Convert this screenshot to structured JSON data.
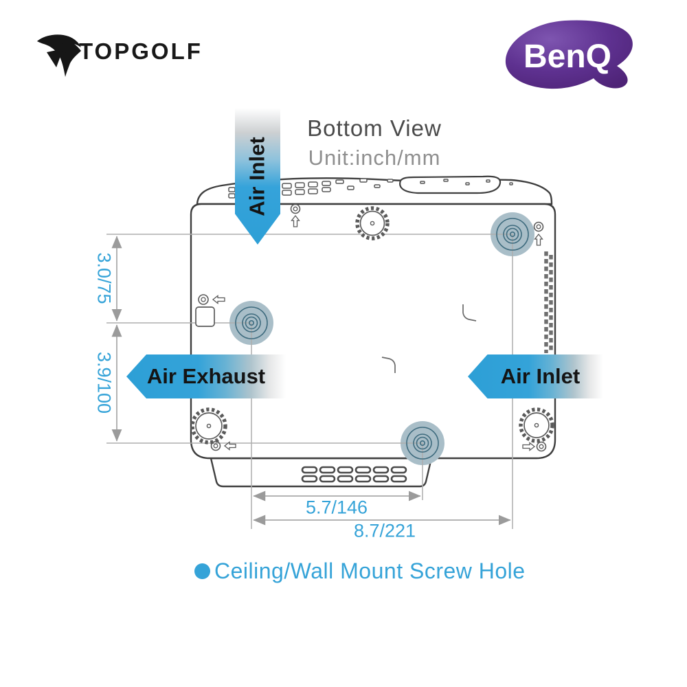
{
  "header": {
    "topgolf": {
      "wordmark": "TOPGOLF"
    },
    "benq": {
      "wordmark": "BenQ"
    }
  },
  "title": {
    "main": "Bottom View",
    "unit": "Unit:inch/mm"
  },
  "airflow_labels": {
    "top": "Air Inlet",
    "left": "Air Exhaust",
    "right": "Air Inlet"
  },
  "dimensions": {
    "vertical": [
      {
        "label": "3.0/75",
        "inches": "3.0",
        "mm": "75"
      },
      {
        "label": "3.9/100",
        "inches": "3.9",
        "mm": "100"
      }
    ],
    "horizontal": [
      {
        "label": "5.7/146",
        "inches": "5.7",
        "mm": "146"
      },
      {
        "label": "8.7/221",
        "inches": "8.7",
        "mm": "221"
      }
    ]
  },
  "legend": {
    "text": "Ceiling/Wall Mount Screw Hole"
  },
  "icons": {
    "topgolf_mark": "stylized-tee-shield",
    "benq_blob": "purple-bean-shape",
    "legend_bullet": "filled-circle",
    "screw_hole_marker": "concentric-circles-on-gray-disc",
    "adjuster_foot": "gear-wheel",
    "screw_direction_arrows": [
      "⇧",
      "⇦",
      "⇨"
    ]
  },
  "colors": {
    "accent_blue": "#35A3D8",
    "benq_purple": "#5B2D86",
    "drawing_stroke": "#3E3E3E",
    "dimension_gray": "#9B9B9B",
    "screw_highlight_fill": "#A9BEC8",
    "screw_ring_stroke": "#3E6B7E",
    "title_dark": "#4A4A4A",
    "title_gray": "#8F8F8F"
  }
}
